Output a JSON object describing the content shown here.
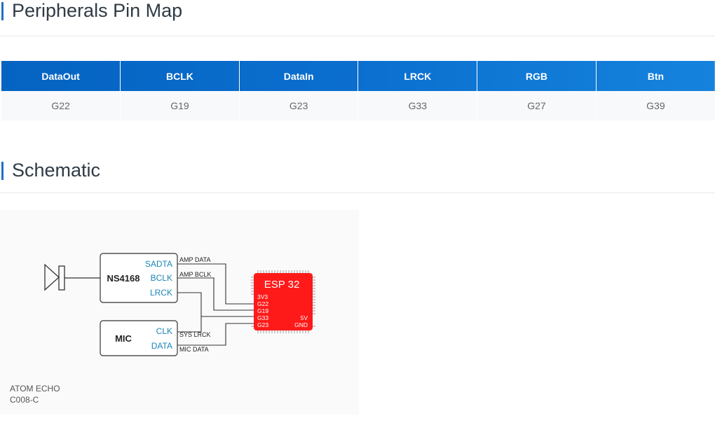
{
  "pin_map": {
    "heading": "Peripherals Pin Map",
    "columns": [
      "DataOut",
      "BCLK",
      "DataIn",
      "LRCK",
      "RGB",
      "Btn"
    ],
    "values": [
      "G22",
      "G19",
      "G23",
      "G33",
      "G27",
      "G39"
    ]
  },
  "schematic": {
    "heading": "Schematic",
    "amp": {
      "name": "NS4168",
      "pins": [
        "SADTA",
        "BCLK",
        "LRCK"
      ]
    },
    "mic": {
      "name": "MIC",
      "pins": [
        "CLK",
        "DATA"
      ]
    },
    "esp": {
      "name": "ESP 32",
      "left_pins": [
        "3V3",
        "G22",
        "G19",
        "G33",
        "G23"
      ],
      "right_pins": [
        "5V",
        "GND"
      ]
    },
    "nets": [
      "AMP DATA",
      "AMP BCLK",
      "SYS LRCK",
      "MIC DATA"
    ],
    "footer": [
      "ATOM ECHO",
      "C008-C"
    ],
    "colors": {
      "esp_fill": "#ff1a1a",
      "pin_label": "#1a86b5",
      "wire": "#333333"
    }
  }
}
